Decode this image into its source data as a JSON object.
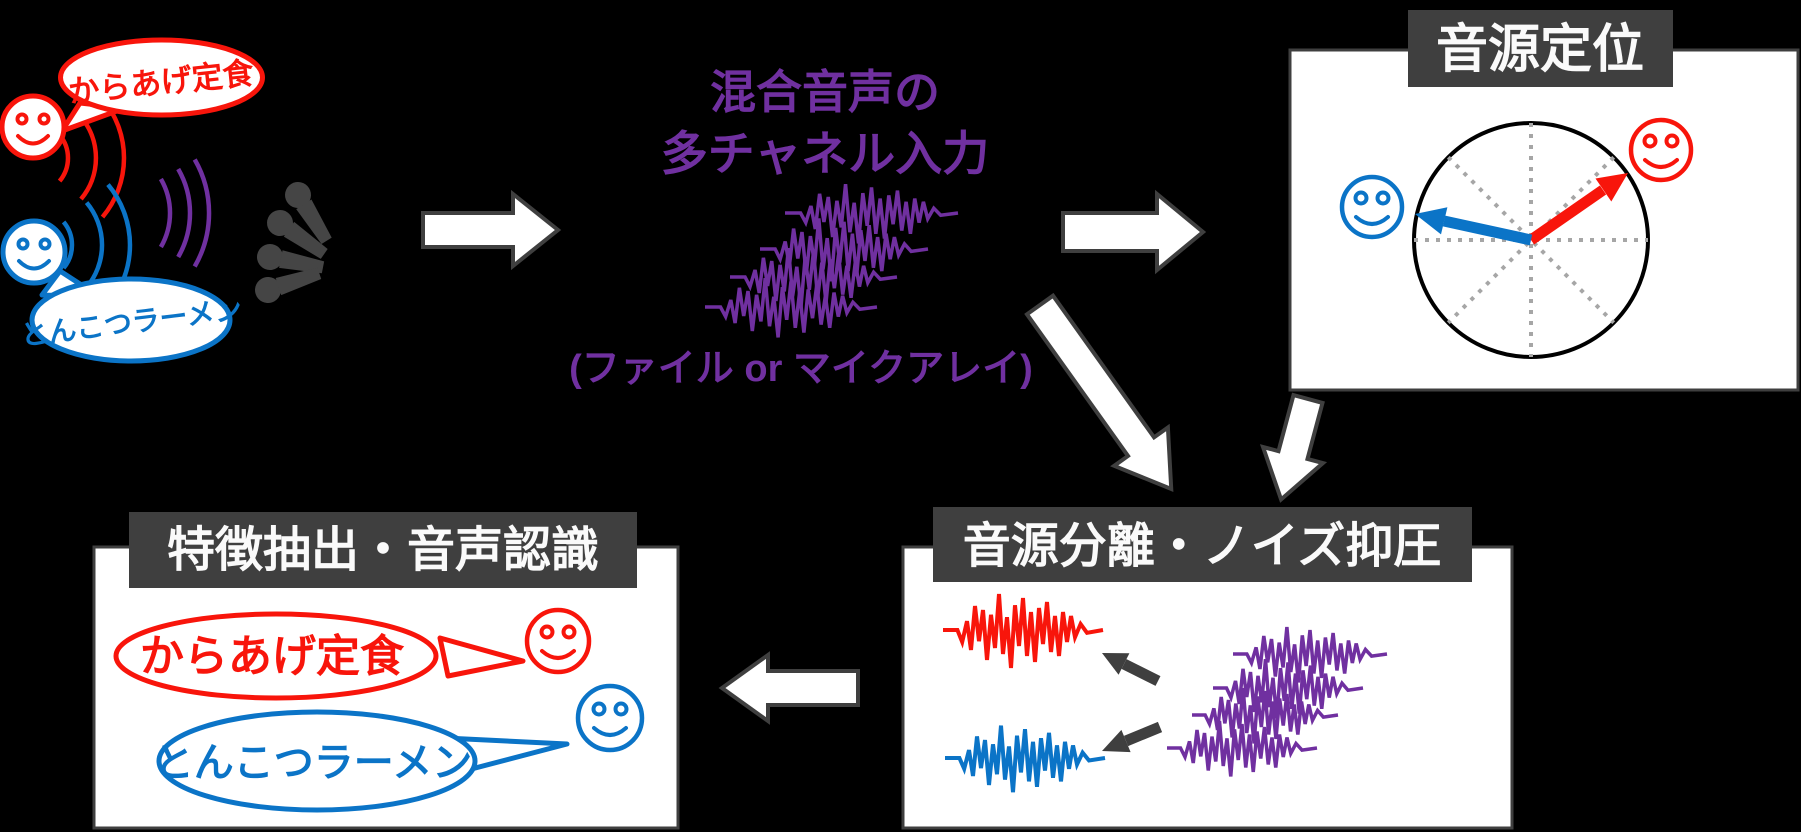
{
  "colors": {
    "red": "#f8150b",
    "blue": "#0b74c7",
    "purple": "#7030a0",
    "dark": "#3f3f3f",
    "mic": "#454545",
    "dotted": "#a6a6a6",
    "background": "#000000",
    "box_fill": "#ffffff"
  },
  "left_scene": {
    "red_speech": "からあげ定食",
    "blue_speech": "とんこつラーメン"
  },
  "input_stage": {
    "heading_line1": "混合音声の",
    "heading_line2": "多チャネル入力",
    "source_note": "(ファイル or マイクアレイ)"
  },
  "localization_box": {
    "title": "音源定位"
  },
  "separation_box": {
    "title": "音源分離・ノイズ抑圧"
  },
  "recognition_box": {
    "title": "特徴抽出・音声認識",
    "red_result": "からあげ定食",
    "blue_result": "とんこつラーメン"
  },
  "icons": {
    "mic_array": "mic-array-icon",
    "smiley": "smiley-face-icon",
    "speech_bubble": "speech-bubble-icon",
    "waveform": "waveform-icon",
    "flow_arrow": "block-arrow-icon"
  }
}
